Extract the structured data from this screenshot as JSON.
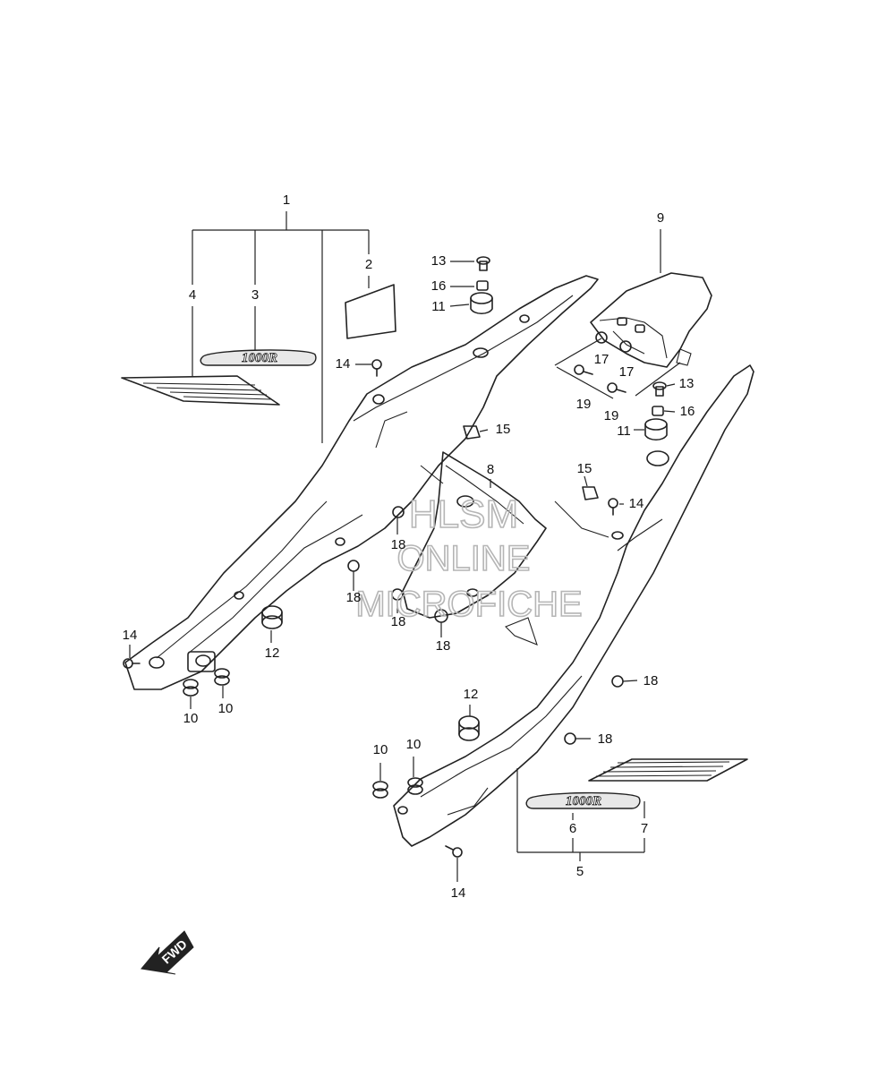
{
  "callouts": [
    {
      "id": "c1",
      "label": "1"
    },
    {
      "id": "c2",
      "label": "2"
    },
    {
      "id": "c3",
      "label": "3"
    },
    {
      "id": "c4",
      "label": "4"
    },
    {
      "id": "c5",
      "label": "5"
    },
    {
      "id": "c6",
      "label": "6"
    },
    {
      "id": "c7",
      "label": "7"
    },
    {
      "id": "c8",
      "label": "8"
    },
    {
      "id": "c9",
      "label": "9"
    },
    {
      "id": "c10a",
      "label": "10"
    },
    {
      "id": "c10b",
      "label": "10"
    },
    {
      "id": "c10c",
      "label": "10"
    },
    {
      "id": "c10d",
      "label": "10"
    },
    {
      "id": "c11a",
      "label": "11"
    },
    {
      "id": "c11b",
      "label": "11"
    },
    {
      "id": "c12a",
      "label": "12"
    },
    {
      "id": "c12b",
      "label": "12"
    },
    {
      "id": "c13a",
      "label": "13"
    },
    {
      "id": "c13b",
      "label": "13"
    },
    {
      "id": "c14a",
      "label": "14"
    },
    {
      "id": "c14b",
      "label": "14"
    },
    {
      "id": "c14c",
      "label": "14"
    },
    {
      "id": "c14d",
      "label": "14"
    },
    {
      "id": "c15a",
      "label": "15"
    },
    {
      "id": "c15b",
      "label": "15"
    },
    {
      "id": "c16a",
      "label": "16"
    },
    {
      "id": "c16b",
      "label": "16"
    },
    {
      "id": "c17a",
      "label": "17"
    },
    {
      "id": "c17b",
      "label": "17"
    },
    {
      "id": "c18a",
      "label": "18"
    },
    {
      "id": "c18b",
      "label": "18"
    },
    {
      "id": "c18c",
      "label": "18"
    },
    {
      "id": "c18d",
      "label": "18"
    },
    {
      "id": "c18e",
      "label": "18"
    },
    {
      "id": "c18f",
      "label": "18"
    },
    {
      "id": "c19a",
      "label": "19"
    },
    {
      "id": "c19b",
      "label": "19"
    }
  ],
  "decal_text": "1000R",
  "direction_marker": "FWD",
  "watermark": {
    "line1": "HLSM",
    "line2": "ONLINE",
    "line3": "MICROFICHE"
  },
  "colors": {
    "line": "#222222",
    "watermark": "#b5b5b5",
    "background": "#ffffff"
  }
}
